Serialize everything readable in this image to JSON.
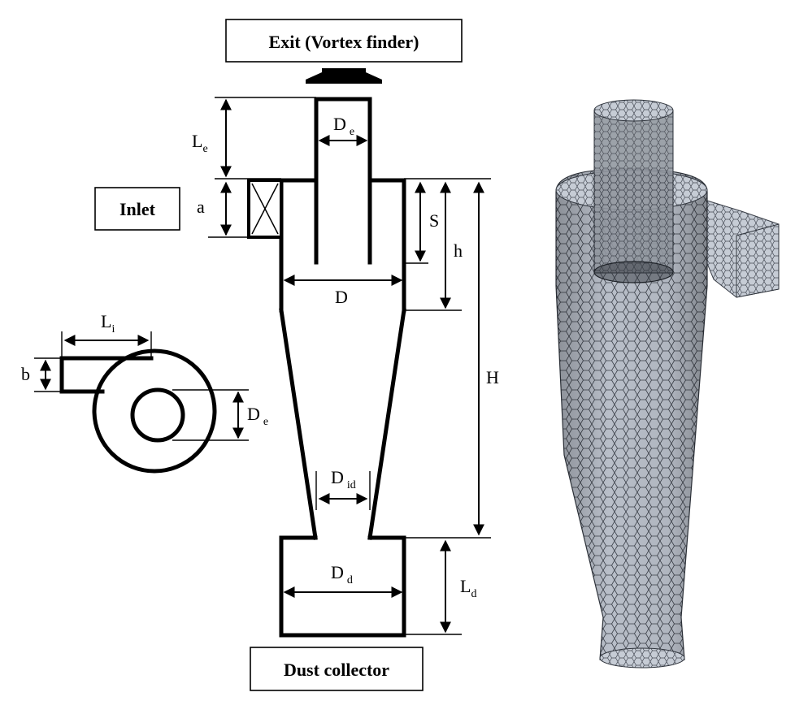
{
  "labels": {
    "exit": "Exit (Vortex finder)",
    "inlet": "Inlet",
    "dust_collector": "Dust collector"
  },
  "dimensions": {
    "Le": {
      "main": "L",
      "sub": "e"
    },
    "De_top": {
      "main": "D",
      "sub": "e"
    },
    "a": {
      "main": "a"
    },
    "S": {
      "main": "S"
    },
    "h": {
      "main": "h"
    },
    "D": {
      "main": "D"
    },
    "H": {
      "main": "H"
    },
    "Li": {
      "main": "L",
      "sub": "i"
    },
    "b": {
      "main": "b"
    },
    "De_side": {
      "main": "D",
      "sub": "e"
    },
    "Did": {
      "main": "D",
      "sub": "id"
    },
    "Dd": {
      "main": "D",
      "sub": "d"
    },
    "Ld": {
      "main": "L",
      "sub": "d"
    }
  },
  "colors": {
    "mesh_fill": "#b9bfc9",
    "mesh_line": "#3a3f48",
    "stroke": "#000000"
  }
}
